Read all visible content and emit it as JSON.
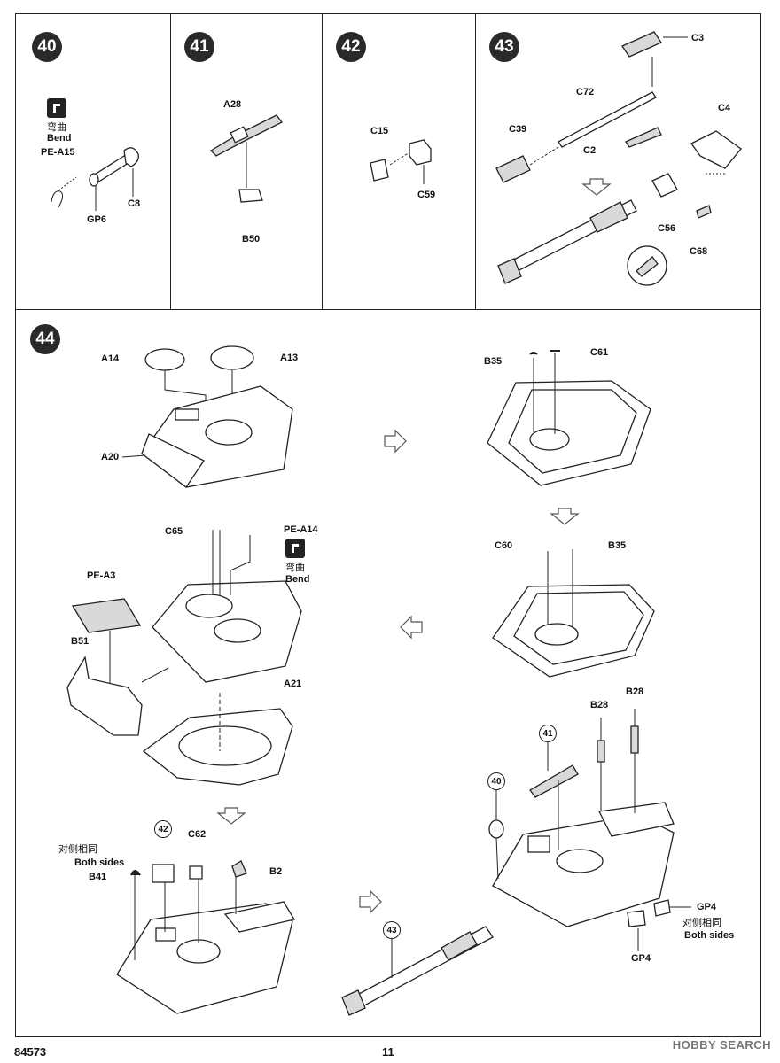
{
  "footer": {
    "kit_number": "84573",
    "page_number": "11",
    "watermark": "HOBBY SEARCH"
  },
  "bend": {
    "cn": "弯曲",
    "en": "Bend"
  },
  "both_sides": {
    "cn": "对侧相同",
    "en": "Both sides"
  },
  "steps": {
    "s40": {
      "num": "40",
      "parts": {
        "pe_a15": "PE-A15",
        "c8": "C8",
        "gp6": "GP6"
      }
    },
    "s41": {
      "num": "41",
      "parts": {
        "a28": "A28",
        "b50": "B50"
      }
    },
    "s42": {
      "num": "42",
      "parts": {
        "c15": "C15",
        "c59": "C59"
      }
    },
    "s43": {
      "num": "43",
      "parts": {
        "c3": "C3",
        "c72": "C72",
        "c39": "C39",
        "c2": "C2",
        "c4": "C4",
        "c56": "C56",
        "c68": "C68"
      }
    },
    "s44": {
      "num": "44",
      "parts": {
        "a14": "A14",
        "a13": "A13",
        "a20": "A20",
        "b35a": "B35",
        "c61": "C61",
        "c65": "C65",
        "pe_a14": "PE-A14",
        "pe_a3": "PE-A3",
        "b51": "B51",
        "a21": "A21",
        "c60": "C60",
        "b35b": "B35",
        "b28a": "B28",
        "b28b": "B28",
        "ref41": "41",
        "ref40": "40",
        "ref42": "42",
        "c62": "C62",
        "b41": "B41",
        "b2": "B2",
        "gp4a": "GP4",
        "gp4b": "GP4",
        "ref43": "43"
      }
    }
  }
}
